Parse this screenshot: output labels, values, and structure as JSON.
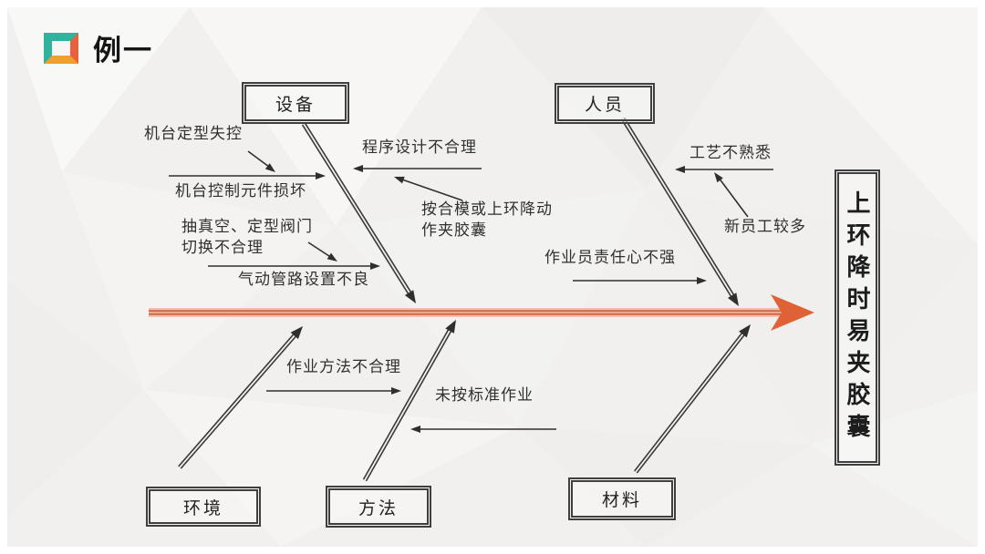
{
  "slide": {
    "title": "例一",
    "background_color": "#f1f0ee",
    "icon_colors": {
      "teal": "#2fb39c",
      "red": "#e8603c",
      "orange": "#f09e2e"
    }
  },
  "fishbone": {
    "type": "ishikawa-diagram",
    "effect": "上环降时易夹胶囊",
    "spine_color": "#cc6845",
    "bone_color": "#3a3a3a",
    "categories": {
      "equipment": "设备",
      "personnel": "人员",
      "environment": "环境",
      "method": "方法",
      "material": "材料"
    },
    "causes": {
      "machine_shaping_out_of_control": "机台定型失控",
      "machine_control_component_damage": "机台控制元件损坏",
      "program_design_unreasonable": "程序设计不合理",
      "clamp_capsule_on_close_or_ring_down": "按合模或上环降动\n作夹胶囊",
      "vacuum_shaping_valve_switch_unreasonable": "抽真空、定型阀门\n切换不合理",
      "pneumatic_piping_poor_setup": "气动管路设置不良",
      "process_unfamiliar": "工艺不熟悉",
      "many_new_employees": "新员工较多",
      "operator_responsibility_weak": "作业员责任心不强",
      "work_method_unreasonable": "作业方法不合理",
      "not_following_standard_work": "未按标准作业"
    }
  }
}
